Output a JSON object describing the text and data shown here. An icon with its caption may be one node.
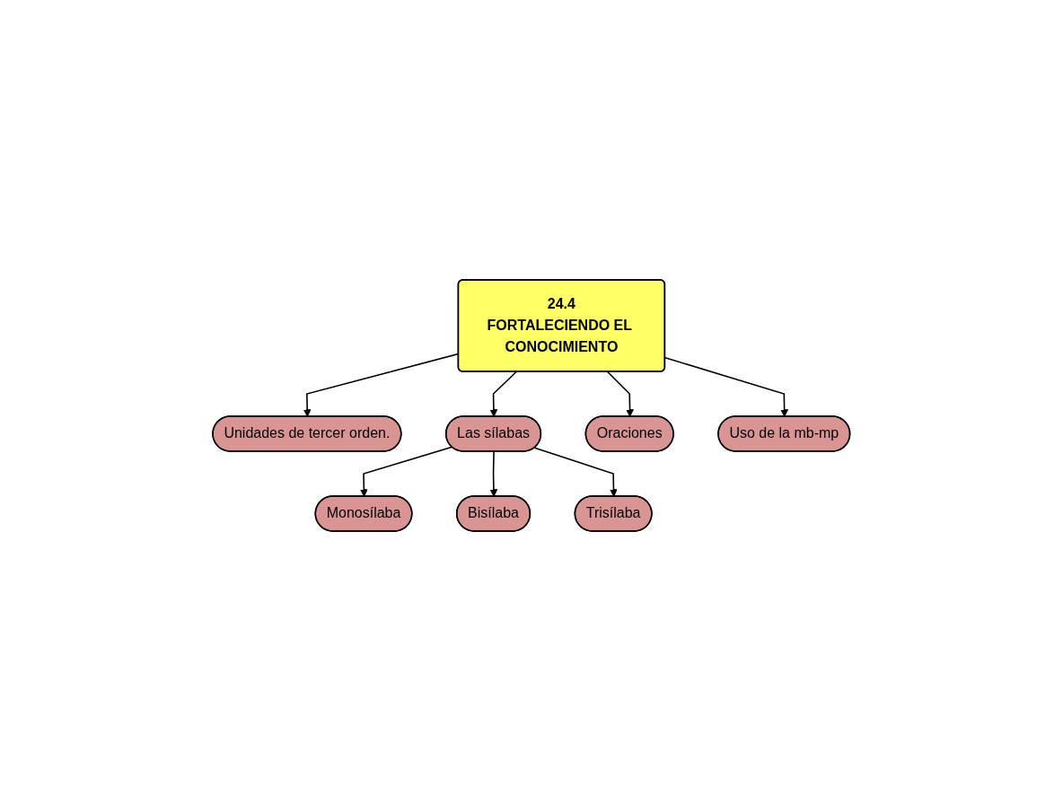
{
  "diagram": {
    "nodes": [
      {
        "text": [
          "Bisílaba"
        ]
      },
      {
        "text": [
          "Monosílaba"
        ]
      },
      {
        "text": [
          "Trisílaba"
        ]
      },
      {
        "text": [
          "Unidades de tercer orden."
        ]
      },
      {
        "text": [
          "Las sílabas"
        ]
      },
      {
        "text": [
          "24.4",
          "FORTALECIENDO EL CONOCIMIENTO"
        ]
      },
      {
        "text": [
          "Oraciones"
        ]
      },
      {
        "text": [
          "Uso de la mb-mp"
        ]
      }
    ],
    "edges": [
      {
        "from": 5,
        "to": 3,
        "arrow": "to"
      },
      {
        "from": 5,
        "to": 4,
        "arrow": "to"
      },
      {
        "from": 5,
        "to": 6,
        "arrow": "to"
      },
      {
        "from": 5,
        "to": 7,
        "arrow": "to"
      },
      {
        "from": 4,
        "to": 1,
        "arrow": "to"
      },
      {
        "from": 4,
        "to": 0,
        "arrow": "to"
      },
      {
        "from": 4,
        "to": 2,
        "arrow": "to"
      }
    ]
  }
}
